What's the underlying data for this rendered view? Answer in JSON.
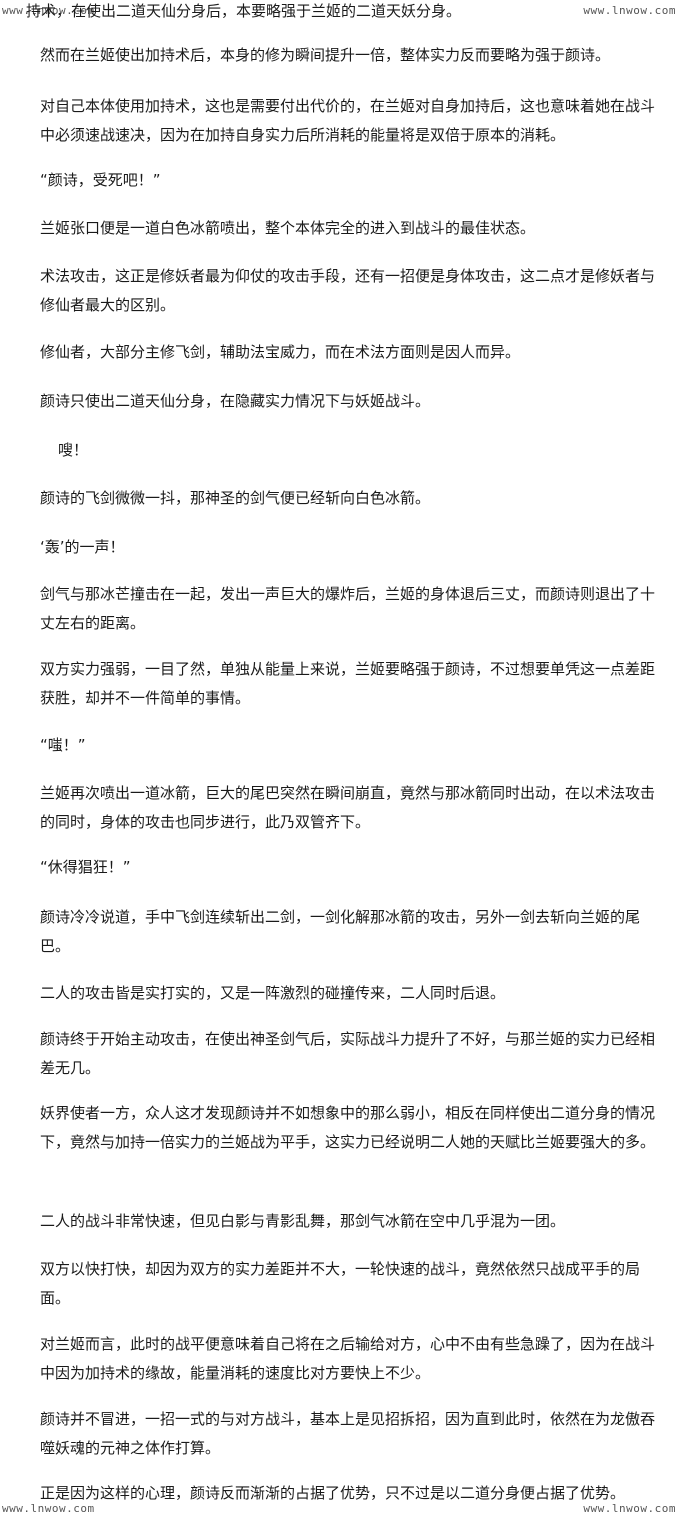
{
  "watermark": {
    "text": "www.lnwow.com"
  },
  "paragraphs": [
    "持术，在使出二道天仙分身后，本要略强于兰姬的二道天妖分身。",
    "然而在兰姬使出加持术后，本身的修为瞬间提升一倍，整体实力反而要略为强于颜诗。",
    "对自己本体使用加持术，这也是需要付出代价的，在兰姬对自身加持后，这也意味着她在战斗中必须速战速决，因为在加持自身实力后所消耗的能量将是双倍于原本的消耗。",
    "“颜诗，受死吧！”",
    "兰姬张口便是一道白色冰箭喷出，整个本体完全的进入到战斗的最佳状态。",
    "术法攻击，这正是修妖者最为仰仗的攻击手段，还有一招便是身体攻击，这二点才是修妖者与修仙者最大的区别。",
    "修仙者，大部分主修飞剑，辅助法宝威力，而在术法方面则是因人而异。",
    "颜诗只使出二道天仙分身，在隐藏实力情况下与妖姬战斗。",
    "嗖！",
    "颜诗的飞剑微微一抖，那神圣的剑气便已经斩向白色冰箭。",
    "‘轰’的一声！",
    "剑气与那冰芒撞击在一起，发出一声巨大的爆炸后，兰姬的身体退后三丈，而颜诗则退出了十丈左右的距离。",
    "双方实力强弱，一目了然，单独从能量上来说，兰姬要略强于颜诗，不过想要单凭这一点差距获胜，却并不一件简单的事情。",
    "“嗤！”",
    "兰姬再次喷出一道冰箭，巨大的尾巴突然在瞬间崩直，竟然与那冰箭同时出动，在以术法攻击的同时，身体的攻击也同步进行，此乃双管齐下。",
    "“休得猖狂！”",
    "颜诗冷冷说道，手中飞剑连续斩出二剑，一剑化解那冰箭的攻击，另外一剑去斩向兰姬的尾巴。",
    "二人的攻击皆是实打实的，又是一阵激烈的碰撞传来，二人同时后退。",
    "颜诗终于开始主动攻击，在使出神圣剑气后，实际战斗力提升了不好，与那兰姬的实力已经相差无几。",
    "妖界使者一方，众人这才发现颜诗并不如想象中的那么弱小，相反在同样使出二道分身的情况下，竟然与加持一倍实力的兰姬战为平手，这实力已经说明二人她的天赋比兰姬要强大的多。",
    "二人的战斗非常快速，但见白影与青影乱舞，那剑气冰箭在空中几乎混为一团。",
    "双方以快打快，却因为双方的实力差距并不大，一轮快速的战斗，竟然依然只战成平手的局面。",
    "对兰姬而言，此时的战平便意味着自己将在之后输给对方，心中不由有些急躁了，因为在战斗中因为加持术的缘故，能量消耗的速度比对方要快上不少。",
    "颜诗并不冒进，一招一式的与对方战斗，基本上是见招拆招，因为直到此时，依然在为龙傲吞噬妖魂的元神之体作打算。",
    "正是因为这样的心理，颜诗反而渐渐的占据了优势，只不过是以二道分身便占据了优势。"
  ]
}
